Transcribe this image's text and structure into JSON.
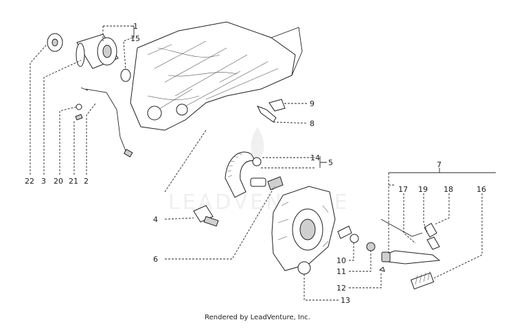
{
  "diagram": {
    "callouts": [
      "1",
      "15",
      "22",
      "3",
      "20",
      "21",
      "2",
      "9",
      "8",
      "14",
      "5",
      "4",
      "6",
      "7",
      "17",
      "19",
      "18",
      "16",
      "10",
      "11",
      "12",
      "13"
    ],
    "watermark": "LEADVENTURE",
    "footer": "Rendered by LeadVenture, Inc."
  }
}
